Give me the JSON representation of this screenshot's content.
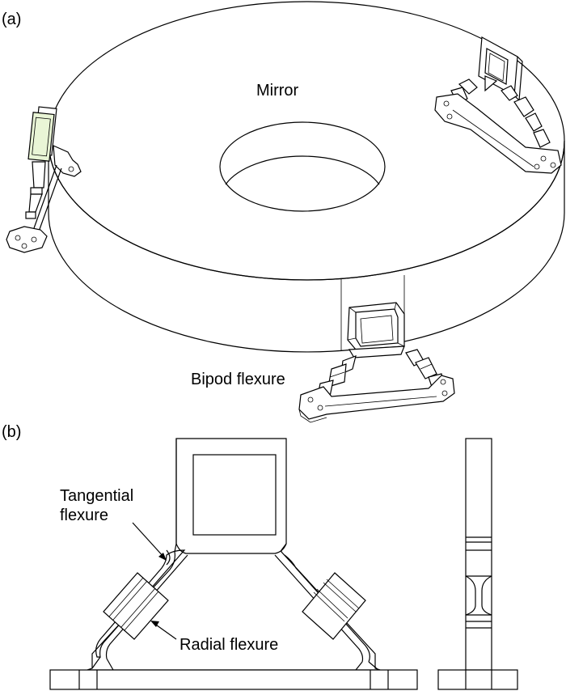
{
  "panel_a": {
    "tag": "(a)",
    "mirror_label": "Mirror",
    "bipod_label": "Bipod flexure",
    "mirror_color": "#e9f5d6"
  },
  "panel_b": {
    "tag": "(b)",
    "tangential_label_line1": "Tangential",
    "tangential_label_line2": "flexure",
    "radial_label": "Radial flexure"
  }
}
